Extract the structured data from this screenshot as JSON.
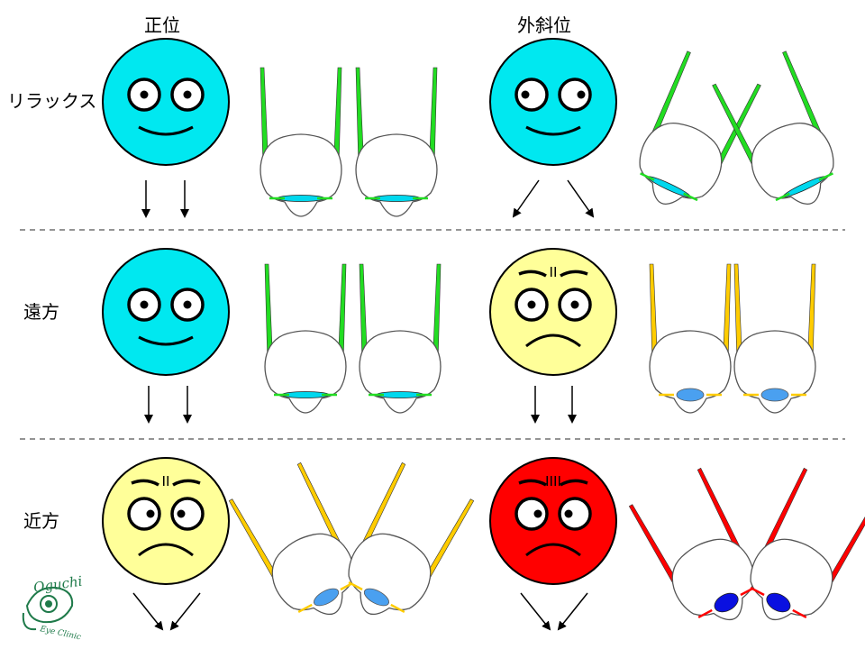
{
  "columns": {
    "normal": "正位",
    "exo": "外斜位"
  },
  "rows": {
    "relax": "リラックス",
    "far": "遠方",
    "near": "近方"
  },
  "logo": {
    "name": "Oguchi",
    "subtitle": "Eye Clinic"
  },
  "colors": {
    "calm": "#00e8f0",
    "strain": "#ffff99",
    "angry": "#ff0000",
    "muscle_relaxed": "#22dd22",
    "muscle_strained": "#ffcc00",
    "muscle_max": "#ff0000",
    "lens_relaxed": "#00d8ee",
    "lens_strained": "#4aa0f0",
    "lens_max": "#0a10e0",
    "logo": "#1f7a4a"
  },
  "faces": [
    {
      "row": "relax",
      "col": "normal",
      "emotion": "calm",
      "gaze": "straight",
      "strain_marks": 0
    },
    {
      "row": "relax",
      "col": "exo",
      "emotion": "calm",
      "gaze": "outward",
      "strain_marks": 0
    },
    {
      "row": "far",
      "col": "normal",
      "emotion": "calm",
      "gaze": "straight",
      "strain_marks": 0
    },
    {
      "row": "far",
      "col": "exo",
      "emotion": "strain",
      "gaze": "straight",
      "strain_marks": 2
    },
    {
      "row": "near",
      "col": "normal",
      "emotion": "strain",
      "gaze": "inward",
      "strain_marks": 2
    },
    {
      "row": "near",
      "col": "exo",
      "emotion": "angry",
      "gaze": "inward",
      "strain_marks": 4
    }
  ],
  "eyeballs": [
    {
      "row": "relax",
      "col": "normal",
      "muscle": "relaxed",
      "direction": "parallel"
    },
    {
      "row": "relax",
      "col": "exo",
      "muscle": "relaxed",
      "direction": "divergent"
    },
    {
      "row": "far",
      "col": "normal",
      "muscle": "relaxed",
      "direction": "parallel"
    },
    {
      "row": "far",
      "col": "exo",
      "muscle": "strained",
      "direction": "parallel"
    },
    {
      "row": "near",
      "col": "normal",
      "muscle": "strained",
      "direction": "convergent"
    },
    {
      "row": "near",
      "col": "exo",
      "muscle": "max",
      "direction": "convergent"
    }
  ]
}
